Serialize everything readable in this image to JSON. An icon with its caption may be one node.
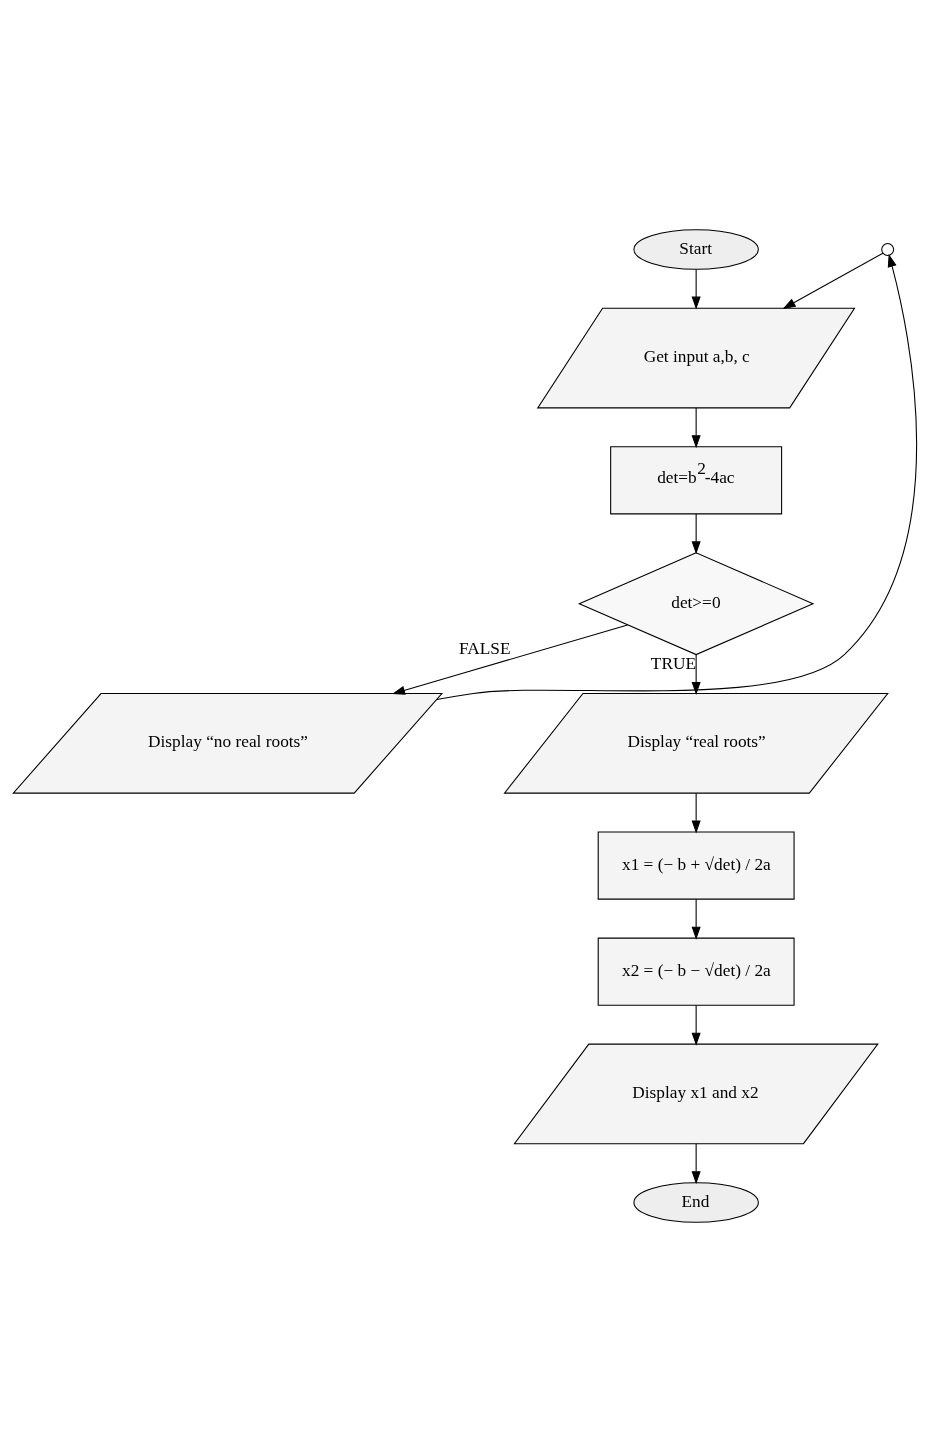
{
  "diagram": {
    "nodes": [
      {
        "text": [
          "Start"
        ]
      },
      {
        "text": [
          "Get input a,b, c"
        ]
      },
      {
        "text": [
          "det=b$^{2}$-4ac"
        ]
      },
      {
        "text": [
          "det>=0"
        ]
      },
      {
        "text": [
          "Display “no real roots”"
        ]
      },
      {
        "text": [
          "Display “real roots”"
        ]
      },
      {
        "text": [
          "x1 = (− b + √det) / 2a"
        ]
      },
      {
        "text": [
          "x2 = (− b − √det) / 2a"
        ]
      },
      {
        "text": [
          "Display x1 and x2"
        ]
      },
      {
        "text": [
          "End"
        ]
      },
      {
        "text": [],
        "shape": "circle"
      }
    ],
    "edges": [
      {
        "from": 0,
        "to": 1,
        "arrow": "to"
      },
      {
        "from": 1,
        "to": 2,
        "arrow": "to"
      },
      {
        "from": 2,
        "to": 3,
        "arrow": "to"
      },
      {
        "from": 3,
        "to": 4,
        "arrow": "to",
        "label": "FALSE"
      },
      {
        "from": 3,
        "to": 5,
        "arrow": "to",
        "label": "TRUE"
      },
      {
        "from": 4,
        "to": 10,
        "arrow": "to"
      },
      {
        "from": 10,
        "to": 1,
        "arrow": "to"
      },
      {
        "from": 5,
        "to": 6,
        "arrow": "to"
      },
      {
        "from": 6,
        "to": 7,
        "arrow": "to"
      },
      {
        "from": 7,
        "to": 8,
        "arrow": "to"
      },
      {
        "from": 8,
        "to": 9,
        "arrow": "to"
      }
    ]
  }
}
